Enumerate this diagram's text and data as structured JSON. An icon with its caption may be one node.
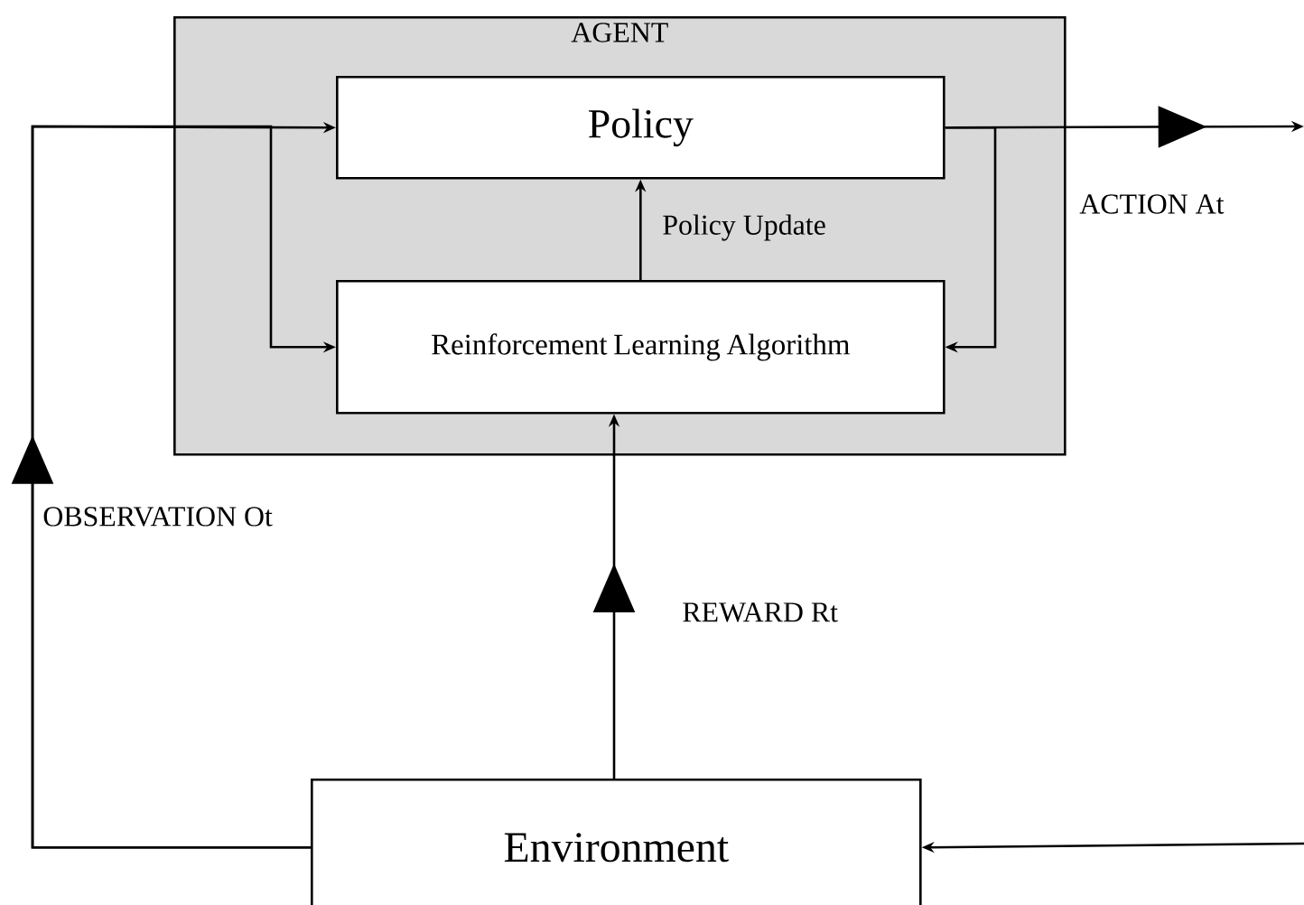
{
  "diagram": {
    "nodes": [
      {
        "text": [
          "AGENT"
        ]
      },
      {
        "text": [
          "Policy"
        ],
        "in": 0
      },
      {
        "text": [
          "Reinforcement Learning Algorithm"
        ],
        "in": 0
      },
      {
        "text": [
          "Environment"
        ]
      }
    ],
    "edges": [
      {
        "from": 3,
        "to": 1,
        "arrow": "to",
        "label": "OBSERVATION Ot"
      },
      {
        "from": 3,
        "to": 2,
        "arrow": "to"
      },
      {
        "from": 2,
        "to": 1,
        "arrow": "to",
        "label": "Policy Update"
      },
      {
        "from": 1,
        "to": null,
        "arrow": "to",
        "label": "ACTION At"
      },
      {
        "from": 1,
        "to": 2,
        "arrow": "to"
      },
      {
        "from": null,
        "to": 3,
        "arrow": "to"
      },
      {
        "from": 3,
        "to": 2,
        "arrow": "to",
        "label": "REWARD Rt"
      }
    ]
  }
}
